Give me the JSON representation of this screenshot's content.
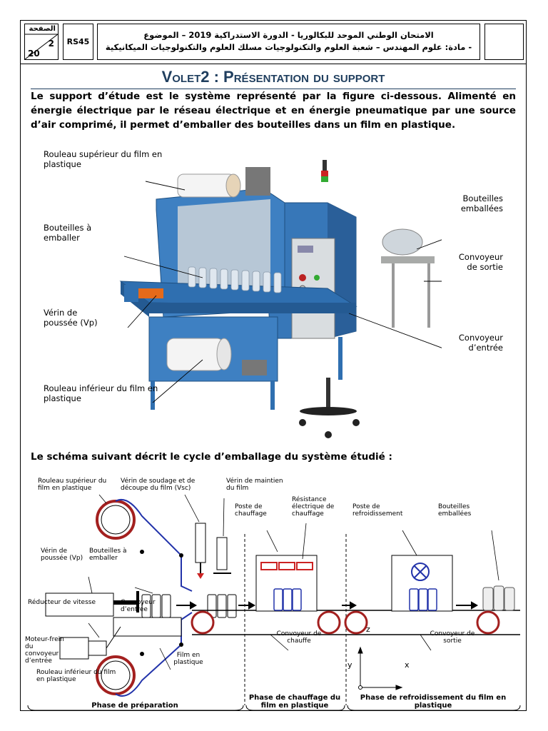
{
  "header": {
    "page_label": "الصفحة",
    "page_number": "2",
    "page_total": "20",
    "code": "RS45",
    "title_line1": "الامتحان الوطني الموحد للبكالوريا - الدورة الاستدراكية 2019 – الموضوع",
    "title_line2": "- مادة: علوم المهندس – شعبة العلوم والتكنولوجيات مسلك العلوم والتكنولوجيات الميكانيكية"
  },
  "section_title": "Volet2 : Présentation du support",
  "intro_text": "Le support d’étude est le système représenté par la figure ci-dessous. Alimenté en énergie électrique par le réseau électrique et en énergie pneumatique par une source d’air comprimé, il permet d’emballer des bouteilles dans un film en plastique.",
  "photo_labels": {
    "rouleau_sup": "Rouleau supérieur du film en plastique",
    "bouteilles_emballer": "Bouteilles à emballer",
    "verin": "Vérin de poussée (Vp)",
    "rouleau_inf": "Rouleau inférieur du film en plastique",
    "bouteilles_emballees": "Bouteilles emballées",
    "conv_sortie": "Convoyeur de sortie",
    "conv_entree": "Convoyeur d’entrée"
  },
  "schema_intro": "Le schéma suivant décrit le cycle d’emballage du système étudié :",
  "schema_labels": {
    "rouleau_sup": "Rouleau supérieur du film en plastique",
    "verin_soudage": "Vérin de soudage et de découpe du film (Vsc)",
    "verin_maintien": "Vérin de maintien du film",
    "poste_chauffage": "Poste de chauffage",
    "resistance": "Résistance électrique de chauffage",
    "poste_refroid": "Poste de refroidissement",
    "bouteilles_emballees": "Bouteilles emballées",
    "verin_poussee": "Vérin de poussée (Vp)",
    "bouteilles_emballer": "Bouteilles à emballer",
    "reducteur": "Réducteur de vitesse",
    "conv_entree": "Convoyeur d’entrée",
    "moteur_frein": "Moteur-frein du convoyeur d’entrée",
    "rouleau_inf": "Rouleau inférieur du film en plastique",
    "film": "Film en plastique",
    "conv_chauffe": "Convoyeur de chauffe",
    "conv_sortie": "Convoyeur de sortie",
    "axis_z": "z",
    "axis_y": "y",
    "axis_x": "x",
    "plus": "+"
  },
  "phases": {
    "preparation": "Phase de préparation",
    "chauffage": "Phase de chauffage du film en plastique",
    "refroid": "Phase de refroidissement du film en plastique"
  },
  "colors": {
    "title": "#1f3e5e",
    "machine": "#2f6fb0",
    "roll": "#a3201f",
    "film": "#2233aa"
  }
}
